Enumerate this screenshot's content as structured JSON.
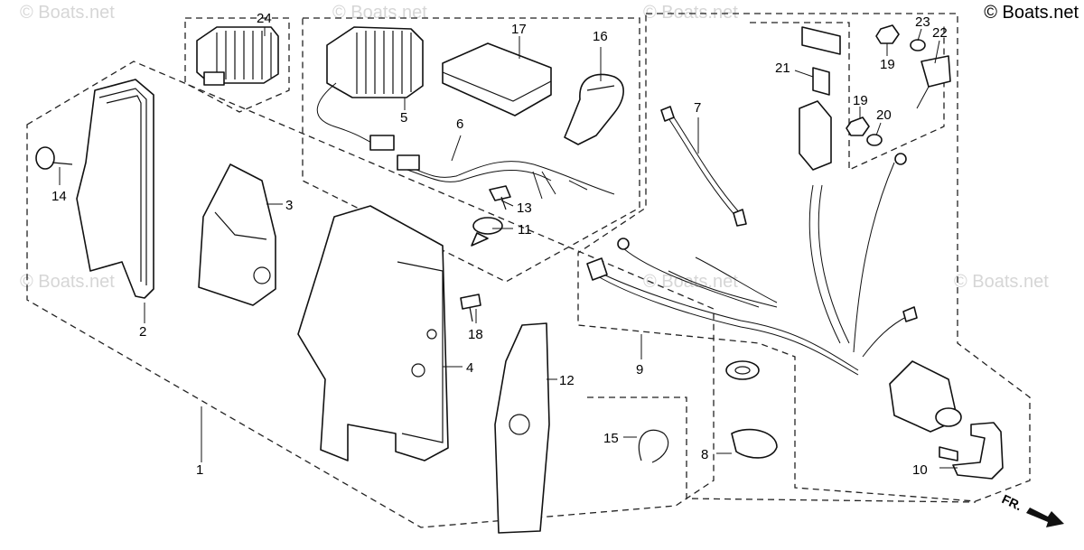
{
  "watermark": "© Boats.net",
  "copyright": "© Boats.net",
  "front_marker": "FR.",
  "callouts": {
    "p1": "1",
    "p2": "2",
    "p3": "3",
    "p4": "4",
    "p5": "5",
    "p6": "6",
    "p7": "7",
    "p8": "8",
    "p9": "9",
    "p10": "10",
    "p11": "11",
    "p12": "12",
    "p13": "13",
    "p14": "14",
    "p15": "15",
    "p16": "16",
    "p17": "17",
    "p18": "18",
    "p19a": "19",
    "p19b": "19",
    "p20": "20",
    "p21": "21",
    "p22": "22",
    "p23": "23",
    "p24": "24"
  },
  "part_icons": {
    "p1": "control-box-assembly-icon",
    "p2": "box-cover-icon",
    "p3": "relay-bracket-icon",
    "p4": "control-box-case-icon",
    "p5": "regulator-rectifier-icon",
    "p6": "sub-wire-harness-icon",
    "p7": "ground-cable-icon",
    "p8": "cable-clamp-icon",
    "p9": "main-wire-harness-icon",
    "p10": "ignition-key-icon",
    "p11": "wire-clip-icon",
    "p12": "insulator-plate-icon",
    "p13": "bolt-icon",
    "p14": "screw-icon",
    "p15": "wire-band-icon",
    "p16": "harness-band-icon",
    "p17": "rubber-pad-icon",
    "p18": "tapping-screw-icon",
    "p19": "hex-nut-icon",
    "p20": "washer-icon",
    "p21": "fuse-holder-icon",
    "p22": "terminal-icon",
    "p23": "washer-icon",
    "p24": "regulator-icon"
  }
}
